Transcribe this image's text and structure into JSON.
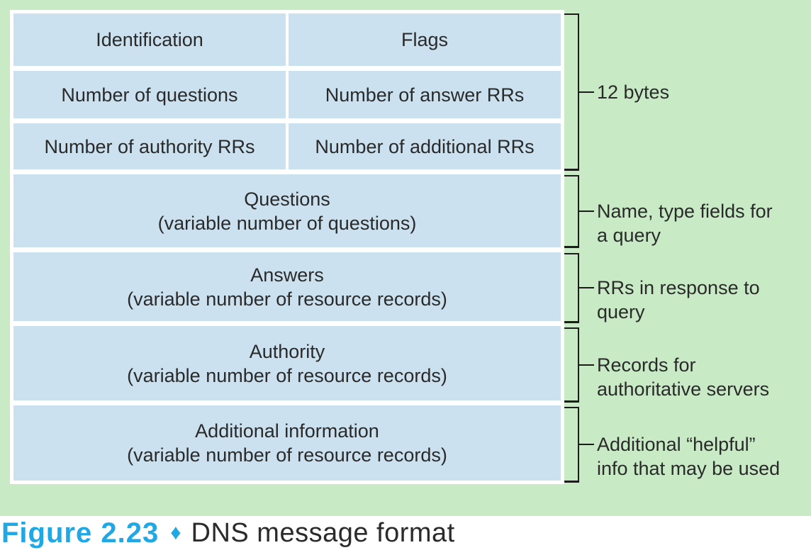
{
  "colors": {
    "background_green": "#c8ebc6",
    "cell_fill_blue": "#cbe1ef",
    "bracket_line": "#1c1c1c",
    "text": "#2a2a2a",
    "accent_cyan": "#1fa8e4",
    "caption_background": "#ffffff"
  },
  "message_table": {
    "rows": [
      {
        "left": "Identification",
        "right": "Flags"
      },
      {
        "left": "Number of questions",
        "right": "Number of answer RRs"
      },
      {
        "left": "Number of authority RRs",
        "right": "Number of additional RRs"
      },
      {
        "line1": "Questions",
        "line2": "(variable number of questions)"
      },
      {
        "line1": "Answers",
        "line2": "(variable number of resource records)"
      },
      {
        "line1": "Authority",
        "line2": "(variable number of resource records)"
      },
      {
        "line1": "Additional information",
        "line2": "(variable number of resource records)"
      }
    ]
  },
  "annotations": [
    {
      "label": "12 bytes"
    },
    {
      "label": "Name, type fields for\na query"
    },
    {
      "label": "RRs in response to query"
    },
    {
      "label": "Records for\nauthoritative servers"
    },
    {
      "label": "Additional “helpful”\ninfo that may be used"
    }
  ],
  "caption": {
    "figure_label": "Figure 2.23",
    "separator": "♦",
    "title": "DNS message format"
  }
}
